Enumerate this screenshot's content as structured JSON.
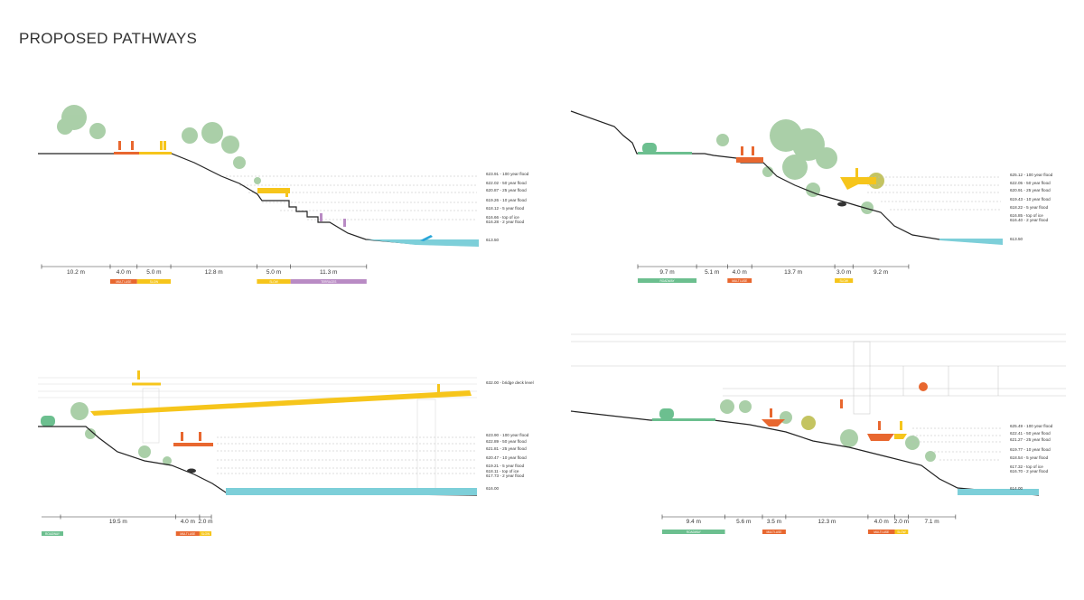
{
  "title": "PROPOSED PATHWAYS",
  "colors": {
    "multiuse": "#e8672f",
    "slow": "#f6c51b",
    "terraces": "#b98bc4",
    "roadway": "#6cbf8f",
    "water": "#7dcfd9",
    "tree": "#9cc79a",
    "ground": "#222222"
  },
  "panels": [
    {
      "id": "section-1",
      "flood_levels": [
        "623.91 - 100 year flood",
        "622.02 - 50 year flood",
        "620.87 - 25 year flood",
        "619.26 - 10 year flood",
        "618.12 - 5 year flood",
        "616.66 - top of ice",
        "616.28 - 2 year flood",
        "613.50"
      ],
      "dimensions": [
        "10.2 m",
        "4.0 m",
        "5.0 m",
        "12.8 m",
        "5.0 m",
        "11.3 m"
      ],
      "dimension_values_m": [
        10.2,
        4.0,
        5.0,
        12.8,
        5.0,
        11.3
      ],
      "tags": [
        {
          "segment": 1,
          "label": "MULTI-USE",
          "type": "multiuse"
        },
        {
          "segment": 2,
          "label": "SLOW",
          "type": "slow"
        },
        {
          "segment": 4,
          "label": "SLOW",
          "type": "slow"
        },
        {
          "segment": 5,
          "label": "TERRACES",
          "type": "terraces"
        }
      ]
    },
    {
      "id": "section-2",
      "flood_levels": [
        "625.12 - 100 year flood",
        "622.05 - 50 year flood",
        "620.91 - 25 year flood",
        "619.43 - 10 year flood",
        "618.22 - 5 year flood",
        "616.85 - top of ice",
        "616.40 - 2 year flood",
        "613.50"
      ],
      "dimensions": [
        "9.7 m",
        "5.1 m",
        "4.0 m",
        "13.7 m",
        "3.0 m",
        "9.2 m"
      ],
      "dimension_values_m": [
        9.7,
        5.1,
        4.0,
        13.7,
        3.0,
        9.2
      ],
      "tags": [
        {
          "segment": 0,
          "label": "ROADWAY",
          "type": "roadway"
        },
        {
          "segment": 2,
          "label": "MULTI-USE",
          "type": "multiuse"
        },
        {
          "segment": 4,
          "label": "SLOW",
          "type": "slow"
        }
      ]
    },
    {
      "id": "section-3",
      "flood_levels": [
        "632.00 - bridge deck level",
        "623.90 - 100 year flood",
        "622.89 - 50 year flood",
        "621.81 - 25 year flood",
        "620.47 - 10 year flood",
        "619.21 - 5 year flood",
        "618.11 - top of ice",
        "617.73 - 2 year flood",
        "616.00"
      ],
      "dimensions": [
        "19.5 m",
        "4.0 m",
        "2.0 m"
      ],
      "dimension_values_m": [
        19.5,
        4.0,
        2.0
      ],
      "tags": [
        {
          "segment": -1,
          "label": "ROADWAY",
          "type": "roadway"
        },
        {
          "segment": 1,
          "label": "MULTI-USE",
          "type": "multiuse"
        },
        {
          "segment": 2,
          "label": "SLOW",
          "type": "slow"
        }
      ]
    },
    {
      "id": "section-4",
      "flood_levels": [
        "625.49 - 100 year flood",
        "622.41 - 50 year flood",
        "621.27 - 25 year flood",
        "619.77 - 10 year flood",
        "618.54 - 5 year flood",
        "617.32 - top of ice",
        "616.70 - 2 year flood",
        "614.00"
      ],
      "dimensions": [
        "9.4 m",
        "5.6 m",
        "3.5 m",
        "12.3 m",
        "4.0 m",
        "2.0 m",
        "7.1 m"
      ],
      "dimension_values_m": [
        9.4,
        5.6,
        3.5,
        12.3,
        4.0,
        2.0,
        7.1
      ],
      "tags": [
        {
          "segment": 0,
          "label": "ROADWAY",
          "type": "roadway"
        },
        {
          "segment": 2,
          "label": "MULTI-USE",
          "type": "multiuse"
        },
        {
          "segment": 4,
          "label": "MULTI-USE",
          "type": "multiuse"
        },
        {
          "segment": 5,
          "label": "SLOW",
          "type": "slow"
        }
      ]
    }
  ]
}
